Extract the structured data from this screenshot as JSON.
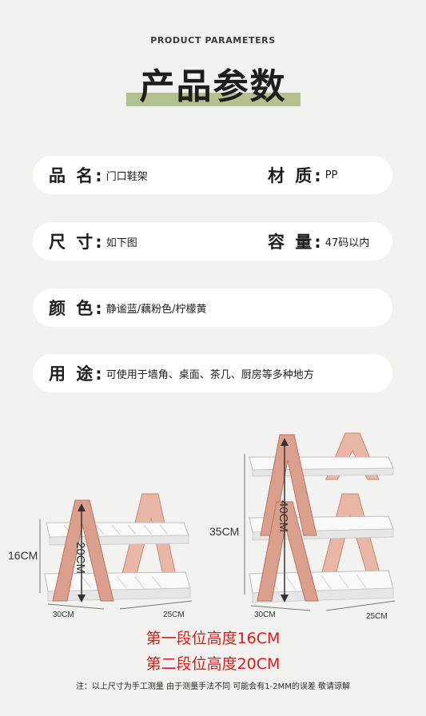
{
  "header": {
    "eyebrow": "PRODUCT PARAMETERS",
    "title": "产品参数"
  },
  "params": {
    "name": {
      "label": "品 名:",
      "value": "门口鞋架"
    },
    "material": {
      "label": "材 质:",
      "value": "PP"
    },
    "size": {
      "label": "尺 寸:",
      "value": "如下图"
    },
    "capacity": {
      "label": "容 量:",
      "value": "47码以内"
    },
    "color": {
      "label": "颜 色:",
      "value": "静谧蓝/藕粉色/柠檬黄"
    },
    "usage": {
      "label": "用 途:",
      "value": "可使用于墙角、桌面、茶几、厨房等多种地方"
    }
  },
  "figure": {
    "small_rack": {
      "inner_height": "20CM",
      "height": "16CM",
      "depth": "30CM",
      "width": "25CM"
    },
    "large_rack": {
      "inner_height": "40CM",
      "height": "35CM",
      "depth": "30CM",
      "width": "25CM"
    }
  },
  "heights": {
    "tier1": "第一段位高度16CM",
    "tier2": "第二段位高度20CM"
  },
  "note": "注：以上尺寸为手工测量 由于测量手法不同 可能会有1-2MM的误差 敬请谅解",
  "colors": {
    "accent_bar": "#b4c08e",
    "frame": "#dba08d",
    "red_text": "#e01a1a"
  }
}
